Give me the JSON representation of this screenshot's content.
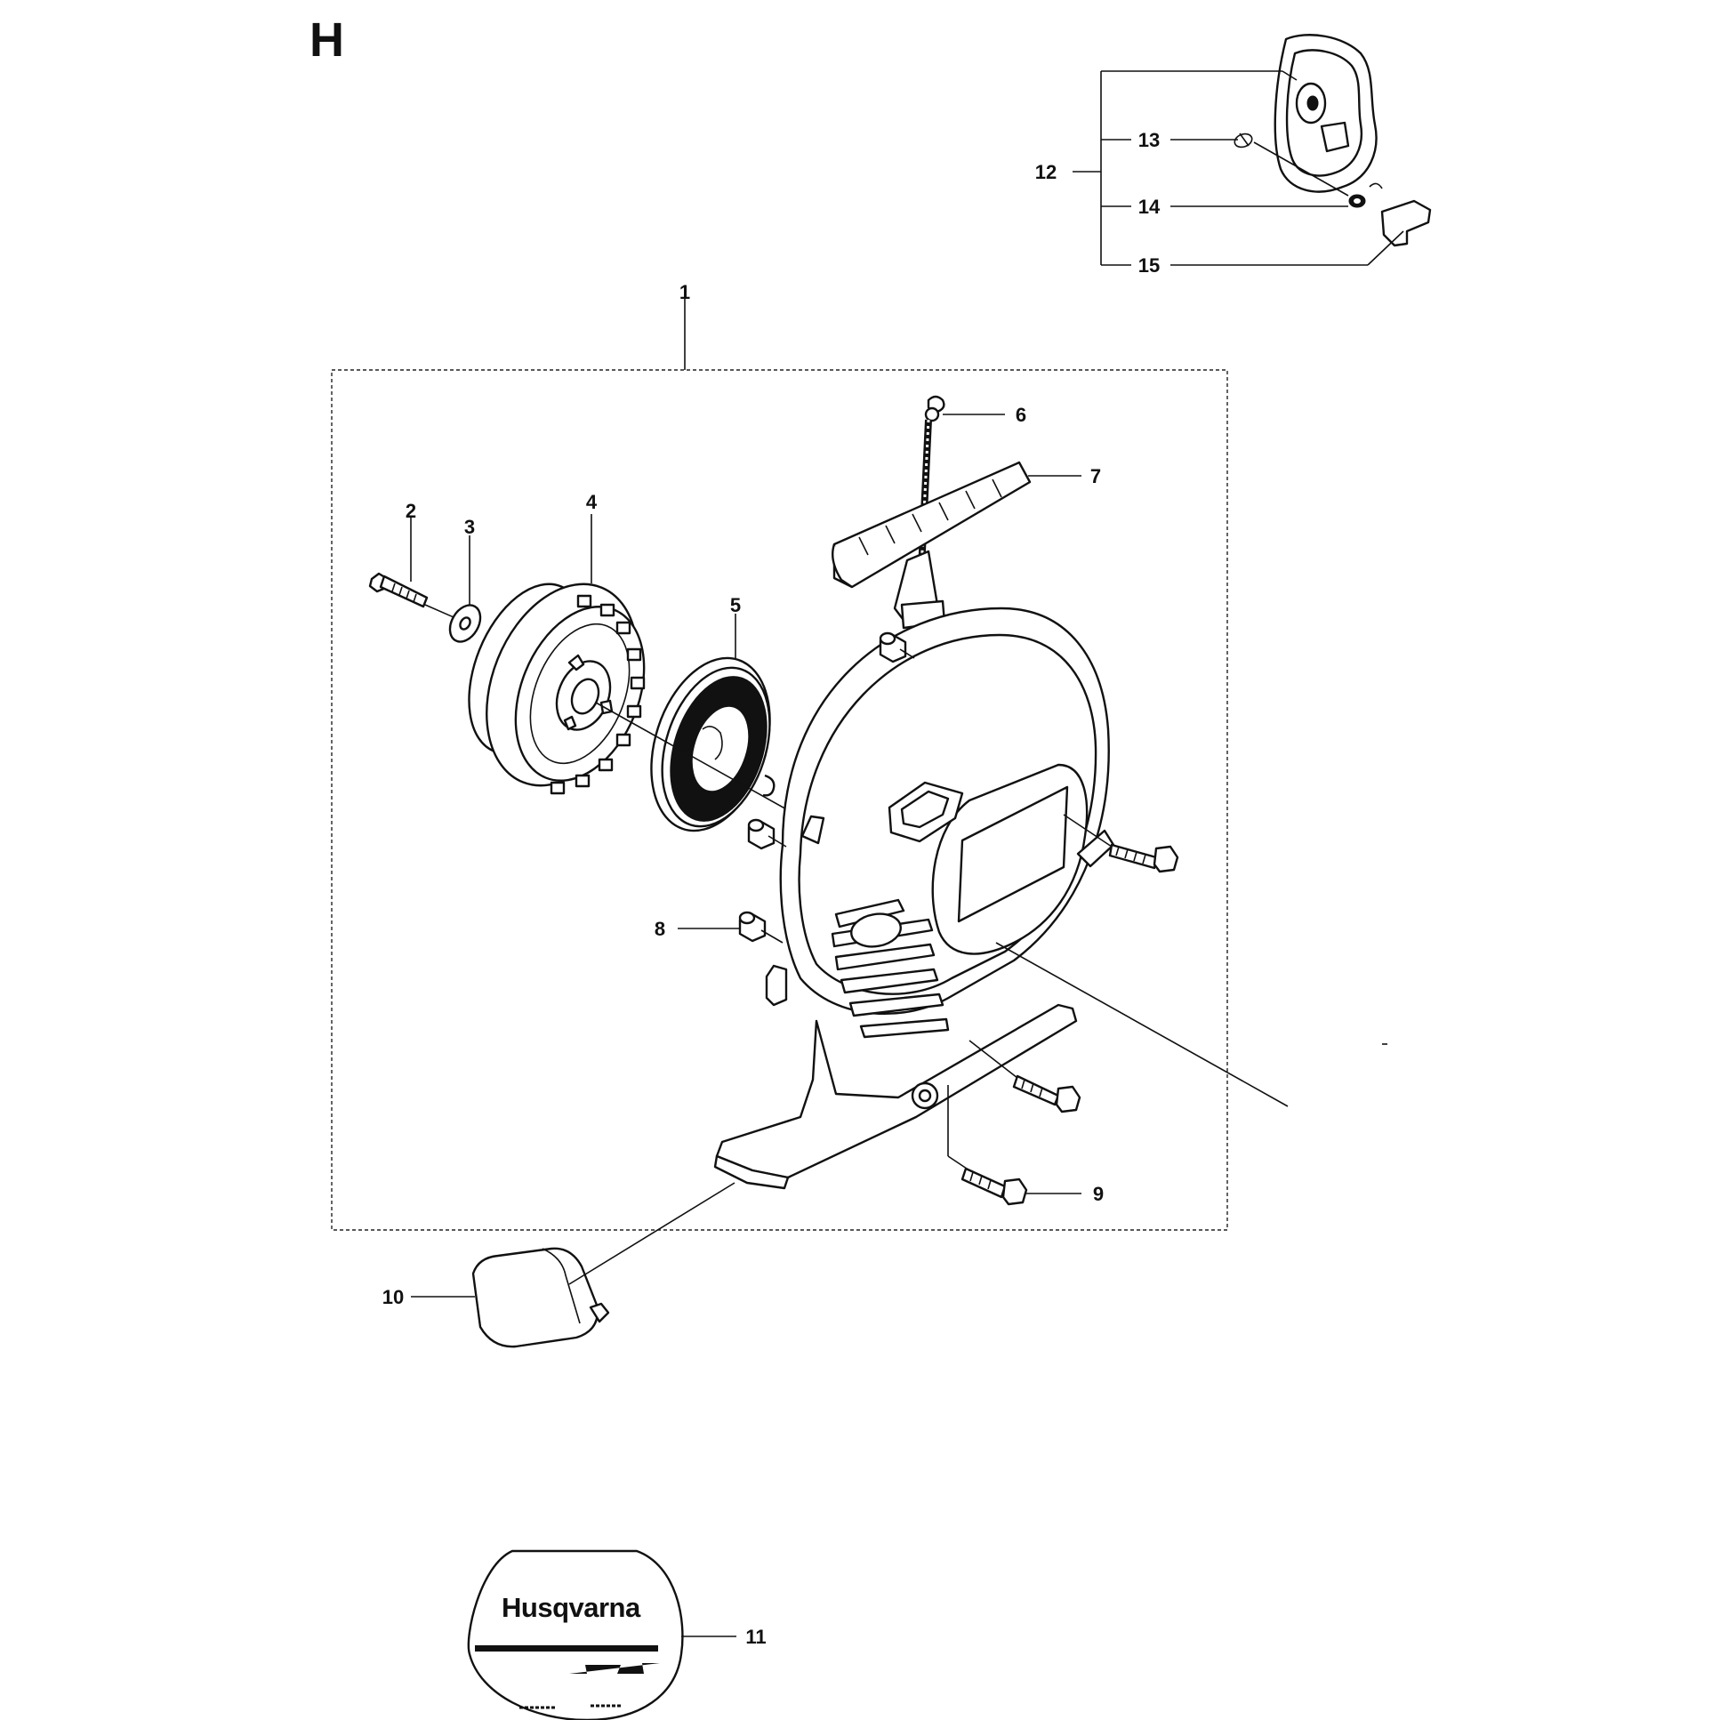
{
  "section_letter": "H",
  "brand_decal": {
    "brand_text": "Husqvarna"
  },
  "callouts": [
    {
      "id": "c1",
      "text": "1"
    },
    {
      "id": "c2",
      "text": "2"
    },
    {
      "id": "c3",
      "text": "3"
    },
    {
      "id": "c4",
      "text": "4"
    },
    {
      "id": "c5",
      "text": "5"
    },
    {
      "id": "c6",
      "text": "6"
    },
    {
      "id": "c7",
      "text": "7"
    },
    {
      "id": "c8",
      "text": "8"
    },
    {
      "id": "c9",
      "text": "9"
    },
    {
      "id": "c10",
      "text": "10"
    },
    {
      "id": "c11",
      "text": "11"
    },
    {
      "id": "c12",
      "text": "12"
    },
    {
      "id": "c13",
      "text": "13"
    },
    {
      "id": "c14",
      "text": "14"
    },
    {
      "id": "c15",
      "text": "15"
    }
  ]
}
